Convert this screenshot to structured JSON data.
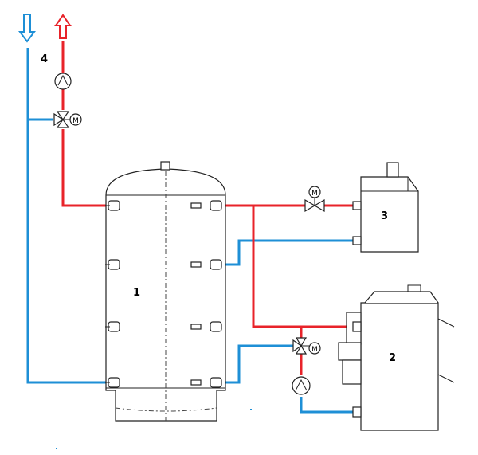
{
  "labels": {
    "tank": "1",
    "solid_fuel_boiler": "2",
    "auxiliary_boiler": "3",
    "heating_circuit": "4"
  },
  "valve_motor_letter": "M",
  "colors": {
    "supply": "#e8232a",
    "return": "#1e8fd6",
    "outline": "#222222"
  },
  "icons": {
    "supply_arrow": "arrow-up-icon",
    "return_arrow": "arrow-down-icon",
    "pump": "pump-icon",
    "valve": "three-way-valve-icon"
  }
}
